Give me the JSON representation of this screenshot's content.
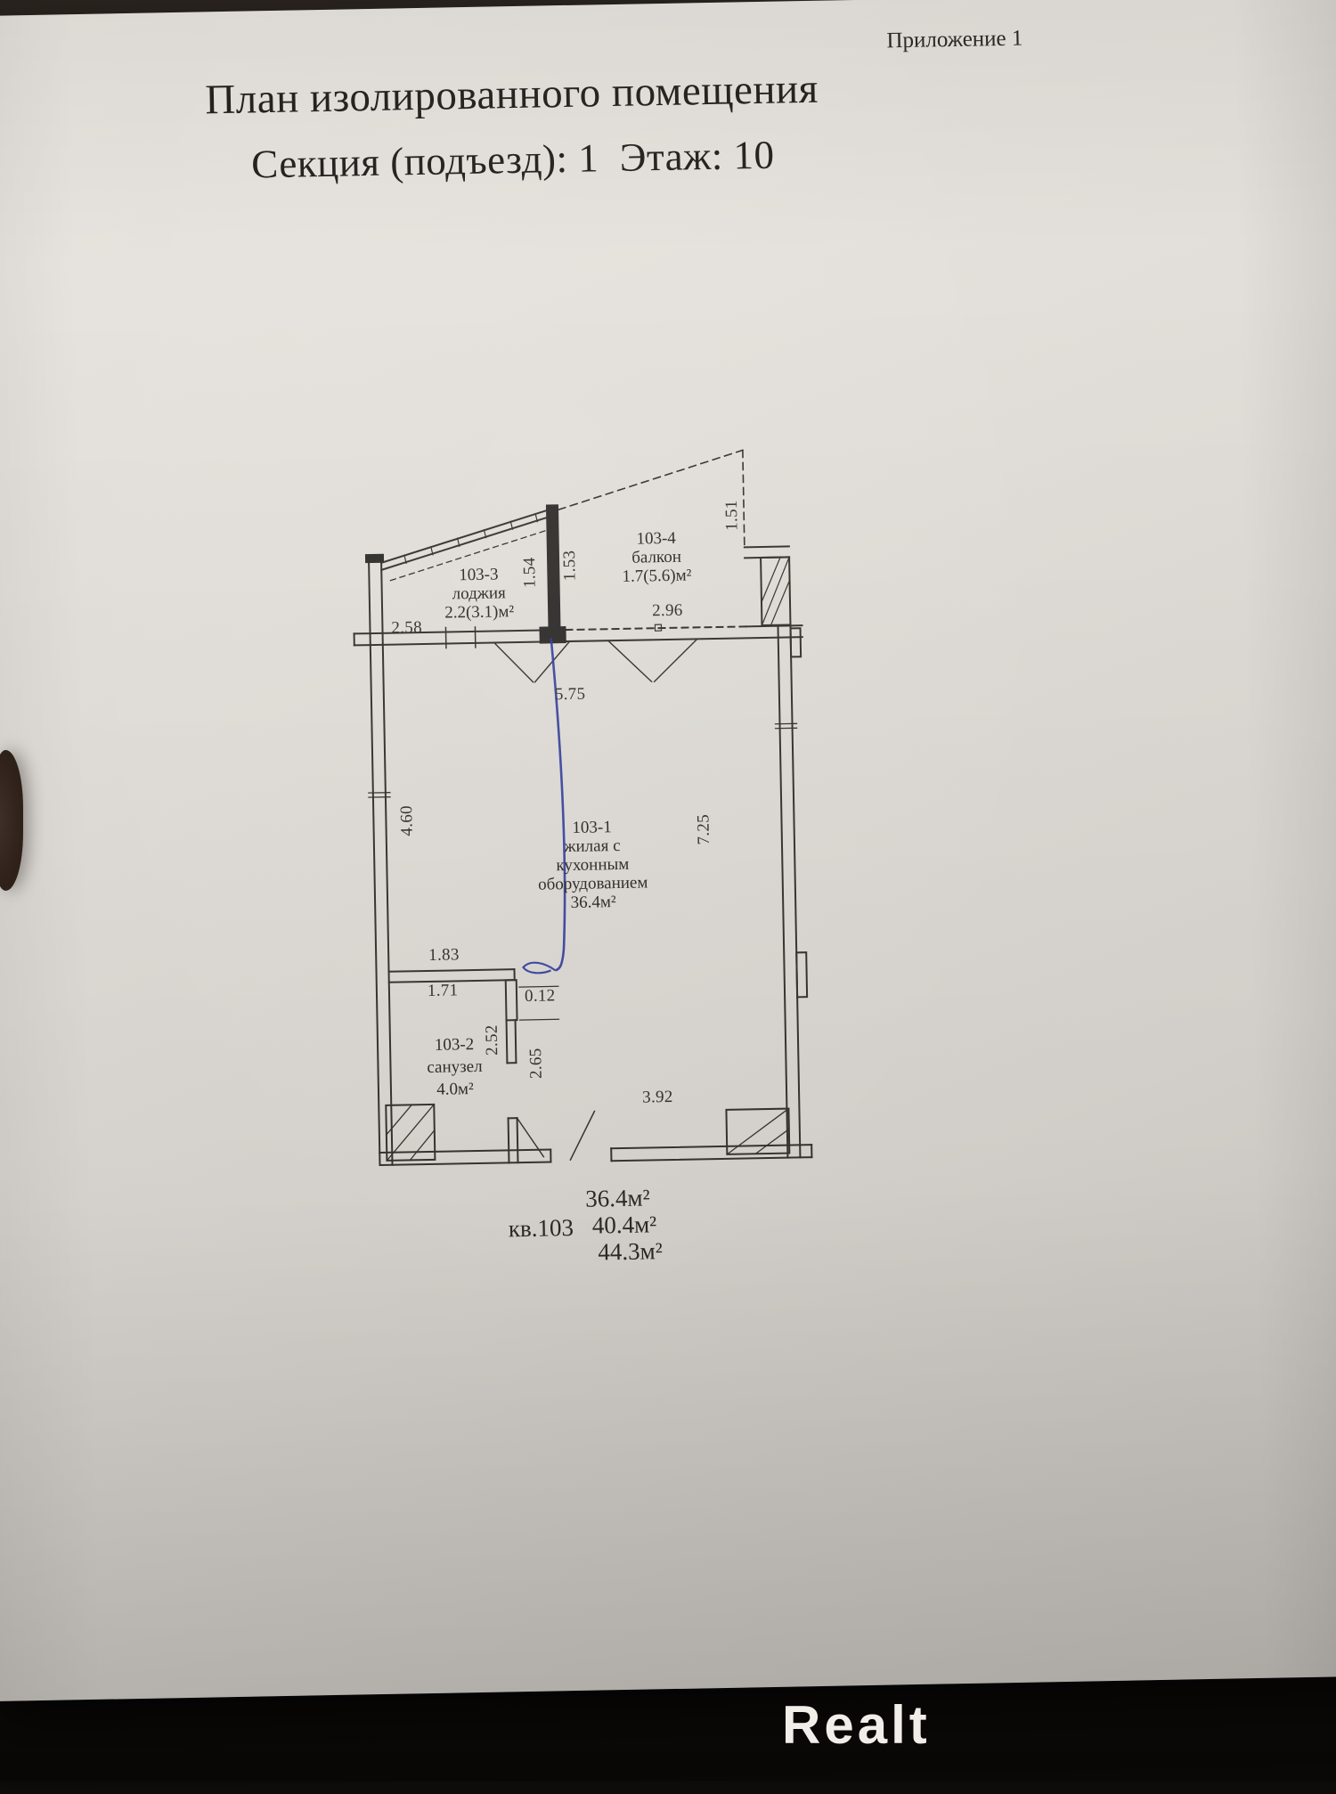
{
  "photo": {
    "corner_note": "Приложение 1",
    "title_line1": "План изолированного помещения",
    "title_line2": "Секция (подъезд): 1  Этаж: 10"
  },
  "plan": {
    "rooms": {
      "loggia": {
        "id": "103-3",
        "name": "лоджия",
        "area": "2.2(3.1)м²"
      },
      "balcony": {
        "id": "103-4",
        "name": "балкон",
        "area": "1.7(5.6)м²"
      },
      "living": {
        "id": "103-1",
        "line1": "жилая с",
        "line2": "кухонным",
        "line3": "оборудованием",
        "area": "36.4м²"
      },
      "bathroom": {
        "id": "103-2",
        "name": "санузел",
        "area": "4.0м²"
      }
    },
    "dimensions": {
      "top_left": "2.58",
      "loggia_depth": "1.54",
      "balcony_depth": "1.53",
      "balcony_side": "1.51",
      "balcony_width": "2.96",
      "room_width": "5.75",
      "left_height": "4.60",
      "right_height": "7.25",
      "bath_top": "1.83",
      "bath_inner": "1.71",
      "wall": "0.12",
      "bath_side": "2.52",
      "bath_depth": "2.65",
      "bottom_width": "3.92"
    }
  },
  "summary": {
    "apartment": "кв.103",
    "living_area": "36.4м²",
    "area_total": "40.4м²",
    "area_with_balcony": "44.3м²"
  },
  "watermark": {
    "brand": "Realt"
  }
}
